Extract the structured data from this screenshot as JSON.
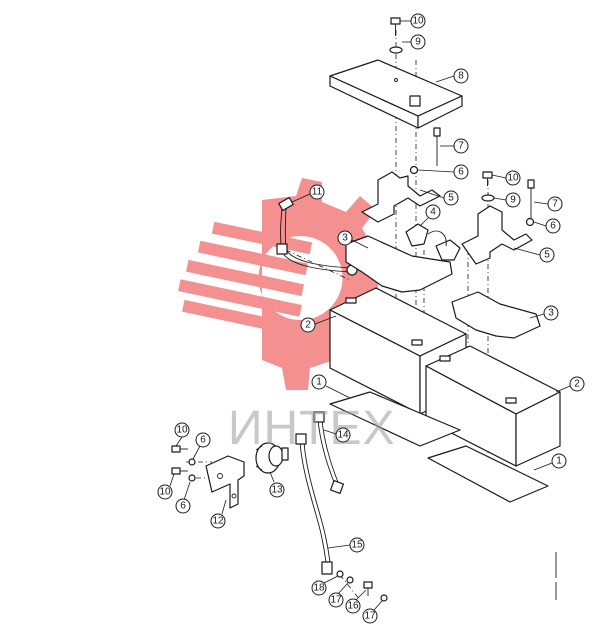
{
  "watermark": {
    "text": "ИНТЕХ",
    "color": "#f26b6b"
  },
  "callouts": [
    {
      "label": "10"
    },
    {
      "label": "9"
    },
    {
      "label": "8"
    },
    {
      "label": "7"
    },
    {
      "label": "6"
    },
    {
      "label": "5"
    },
    {
      "label": "11"
    },
    {
      "label": "10"
    },
    {
      "label": "9"
    },
    {
      "label": "7"
    },
    {
      "label": "6"
    },
    {
      "label": "4"
    },
    {
      "label": "3"
    },
    {
      "label": "5"
    },
    {
      "label": "2"
    },
    {
      "label": "3"
    },
    {
      "label": "1"
    },
    {
      "label": "2"
    },
    {
      "label": "10"
    },
    {
      "label": "6"
    },
    {
      "label": "14"
    },
    {
      "label": "10"
    },
    {
      "label": "6"
    },
    {
      "label": "13"
    },
    {
      "label": "12"
    },
    {
      "label": "1"
    },
    {
      "label": "15"
    },
    {
      "label": "18"
    },
    {
      "label": "17"
    },
    {
      "label": "16"
    },
    {
      "label": "17"
    }
  ]
}
